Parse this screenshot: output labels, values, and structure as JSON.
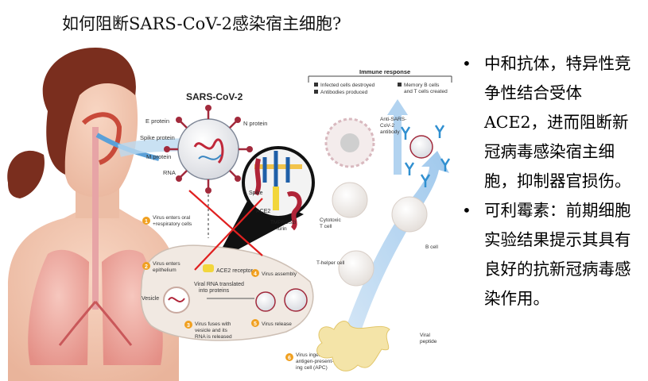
{
  "slide": {
    "title": "如何阻断SARS-CoV-2感染宿主细胞?"
  },
  "bullets": [
    {
      "text": "中和抗体，特异性竞争性结合受体ACE2，进而阻断新冠病毒感染宿主细胞，抑制器官损伤。"
    },
    {
      "text": "可利霉素：前期细胞实验结果提示其具有良好的抗新冠病毒感染作用。"
    }
  ],
  "figure": {
    "virus_title": "SARS-CoV-2",
    "virus_labels": {
      "e_protein": "E protein",
      "spike_protein": "Spike protein",
      "m_protein": "M protein",
      "rna": "RNA",
      "n_protein": "N protein"
    },
    "zoom_labels": {
      "spike": "Spike",
      "ace2": "ACE2",
      "tmprss2": "TMPRSS2/\nfurin"
    },
    "immune": {
      "header": "Immune response",
      "legend_1": "Infected cells destroyed",
      "legend_2": "Antibodies produced",
      "legend_3": "Memory B cells\nand T cells created",
      "antibody_label": "Anti-SARS-\nCoV-2\nantibody",
      "cytotoxic": "Cytotoxic\nT cell",
      "t_helper": "T-helper cell",
      "b_cell": "B cell",
      "viral_peptide": "Viral\npeptide"
    },
    "steps": [
      {
        "num": "1",
        "text": "Virus enters oral\n+respiratory cells"
      },
      {
        "num": "2",
        "text": "Virus enters\nepithelium"
      },
      {
        "num": "3",
        "text": "Virus fuses with\nvesicle and its\nRNA is released"
      },
      {
        "num": "4",
        "text": "Virus assembly"
      },
      {
        "num": "5",
        "text": "Virus release"
      },
      {
        "num": "6",
        "text": "Virus ingested by\nantigen-present-\ning cell (APC)"
      }
    ],
    "cell_labels": {
      "ace2_receptor": "ACE2 receptor",
      "vesicle": "Vesicle",
      "viral_rna": "Viral RNA translated\ninto proteins"
    }
  }
}
